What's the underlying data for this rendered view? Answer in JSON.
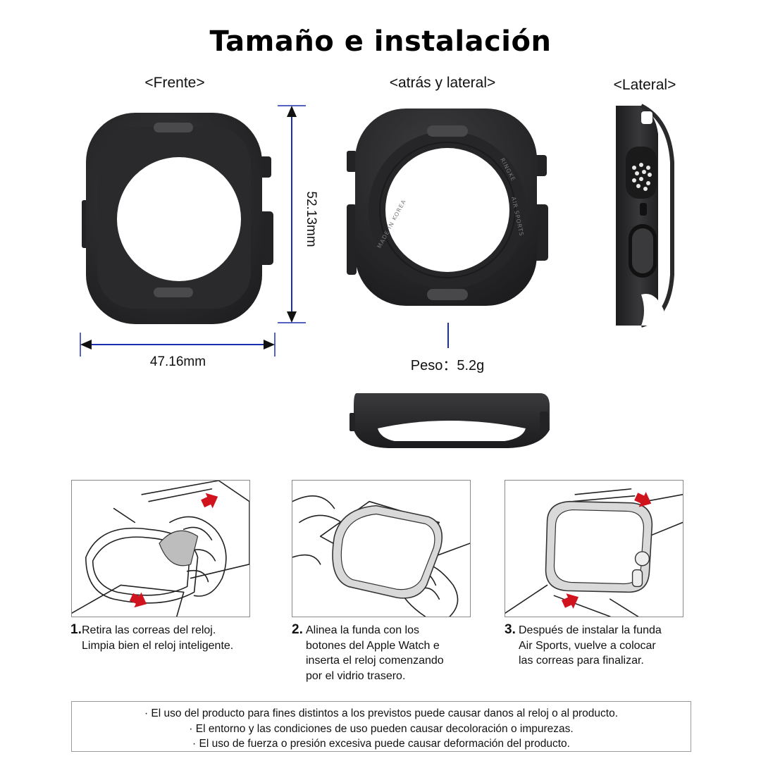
{
  "title": "Tamaño e instalación",
  "views": {
    "front": "<Frente>",
    "back_side": "<atrás y lateral>",
    "side": "<Lateral>"
  },
  "dimensions": {
    "height": "52.13mm",
    "width": "47.16mm",
    "weight": "Peso：5.2g"
  },
  "case_engravings": [
    "RINGKE",
    "MADE IN KOREA",
    "AIR SPORTS"
  ],
  "colors": {
    "case": "#2b2b2d",
    "dimension_line": "#1a2fb0",
    "arrow": "#d0131d"
  },
  "steps": [
    {
      "num": "1.",
      "lines": [
        "Retira las correas del reloj.",
        "Limpia bien el reloj inteligente."
      ]
    },
    {
      "num": "2.",
      "lines": [
        "Alinea la funda con los",
        "botones del Apple Watch e",
        "inserta el reloj comenzando",
        "por el vidrio trasero."
      ]
    },
    {
      "num": "3.",
      "lines": [
        "Después de instalar la funda",
        "Air Sports, vuelve a colocar",
        "las correas para finalizar."
      ]
    }
  ],
  "notes": [
    "· El uso del producto para fines distintos a los previstos puede causar danos al reloj o al producto.",
    "· El entorno y las condiciones de uso pueden causar decoloración o impurezas.",
    "· El uso de fuerza o presión excesiva puede causar deformación del producto."
  ]
}
